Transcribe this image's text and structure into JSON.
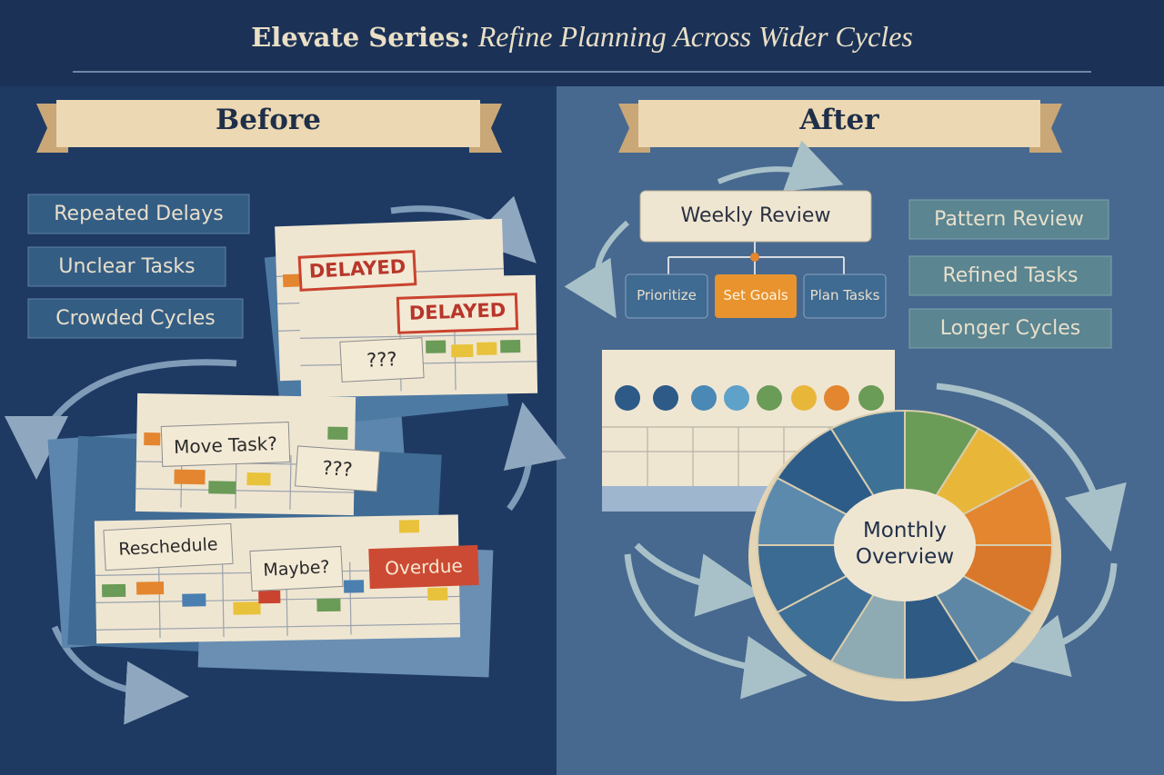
{
  "header": {
    "title_bold": "Elevate Series:",
    "title_italic": "Refine Planning Across Wider Cycles"
  },
  "before": {
    "heading": "Before",
    "tags": [
      "Repeated Delays",
      "Unclear Tasks",
      "Crowded Cycles"
    ],
    "notes": {
      "delayed_1": "DELAYED",
      "delayed_2": "DELAYED",
      "question_1": "???",
      "move_task": "Move Task?",
      "question_2": "???",
      "reschedule": "Reschedule",
      "maybe": "Maybe?",
      "overdue": "Overdue"
    }
  },
  "after": {
    "heading": "After",
    "weekly_review": "Weekly Review",
    "steps": [
      "Prioritize",
      "Set Goals",
      "Plan Tasks"
    ],
    "tags": [
      "Pattern Review",
      "Refined Tasks",
      "Longer Cycles"
    ],
    "monthly_overview_line1": "Monthly",
    "monthly_overview_line2": "Overview"
  },
  "colors": {
    "left_bg": "#1e3a63",
    "right_bg": "#47698f",
    "cream": "#efe6d2",
    "banner": "#ecd8b2",
    "accent_orange": "#e3862f",
    "accent_red": "#c9432f"
  }
}
